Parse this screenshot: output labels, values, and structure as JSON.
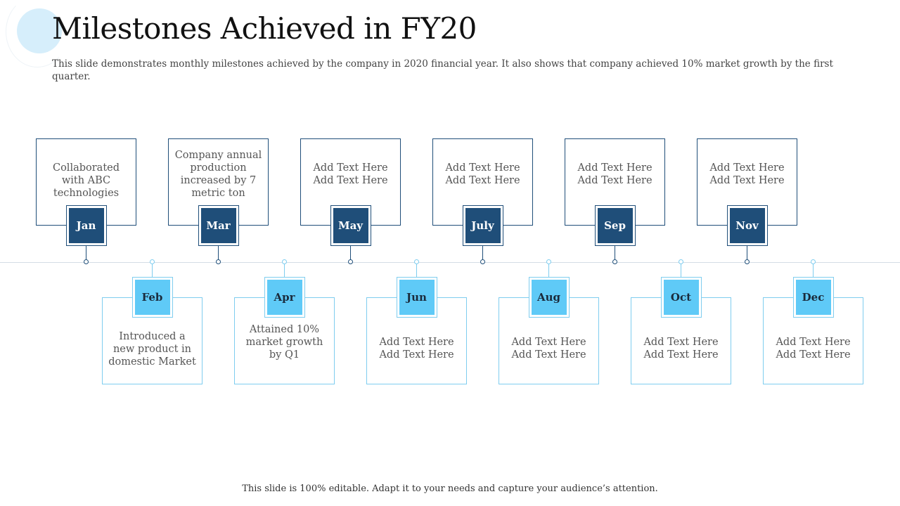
{
  "slide": {
    "title": "Milestones Achieved in FY20",
    "subtitle": "This slide demonstrates monthly milestones achieved by the company in 2020 financial year. It also shows that company achieved 10% market growth by the first quarter.",
    "footer": "This slide is 100% editable. Adapt it to your needs and capture your audience’s attention."
  },
  "milestones": {
    "top": [
      {
        "month": "Jan",
        "text": "Collaborated with ABC technologies"
      },
      {
        "month": "Mar",
        "text": "Company annual production increased by 7 metric ton"
      },
      {
        "month": "May",
        "text": "Add Text Here Add Text Here"
      },
      {
        "month": "July",
        "text": "Add Text Here Add Text Here"
      },
      {
        "month": "Sep",
        "text": "Add Text Here Add Text Here"
      },
      {
        "month": "Nov",
        "text": "Add Text Here Add Text Here"
      }
    ],
    "bottom": [
      {
        "month": "Feb",
        "text": "Introduced a new product in domestic Market"
      },
      {
        "month": "Apr",
        "text": "Attained 10% market growth by Q1"
      },
      {
        "month": "Jun",
        "text": "Add Text Here Add Text Here"
      },
      {
        "month": "Aug",
        "text": "Add Text Here Add Text Here"
      },
      {
        "month": "Oct",
        "text": "Add Text Here Add Text Here"
      },
      {
        "month": "Dec",
        "text": "Add Text Here Add Text Here"
      }
    ]
  },
  "colors": {
    "dark_accent": "#1f4e79",
    "light_accent": "#5fcaf7",
    "timeline": "#d4dde5"
  }
}
